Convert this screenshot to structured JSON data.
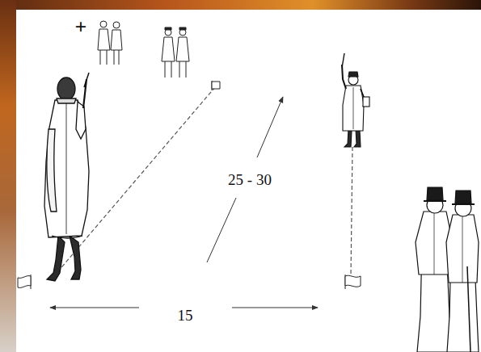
{
  "diagram": {
    "labels": [
      "+",
      "25 - 30",
      "15"
    ]
  }
}
